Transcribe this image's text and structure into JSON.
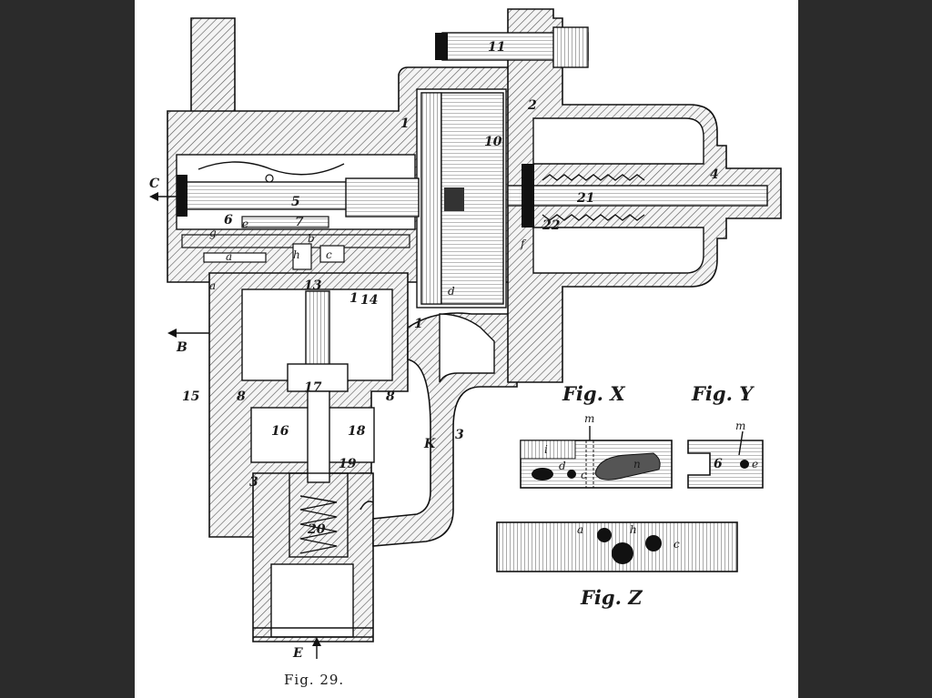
{
  "viewer": {
    "menu_icon": "more-dots-icon",
    "menu_glyph": "•••"
  },
  "figure": {
    "caption": "Fig. 29.",
    "part_numbers": [
      "1",
      "1",
      "1",
      "2",
      "3",
      "3",
      "4",
      "5",
      "6",
      "7",
      "8",
      "8",
      "10",
      "11",
      "13",
      "14",
      "15",
      "16",
      "17",
      "18",
      "19",
      "20",
      "21",
      "22"
    ],
    "part_letters": [
      "a",
      "a",
      "b",
      "c",
      "d",
      "h",
      "K",
      "g",
      "e",
      "f"
    ],
    "flow_labels": {
      "c": "C",
      "b": "B",
      "e": "E"
    }
  },
  "insets": {
    "fig_x": {
      "title": "Fig. X",
      "labels": [
        "m",
        "i",
        "d",
        "c",
        "n"
      ]
    },
    "fig_y": {
      "title": "Fig. Y",
      "labels": [
        "m",
        "6",
        "e"
      ]
    },
    "fig_z": {
      "title": "Fig. Z",
      "labels": [
        "a",
        "h",
        "c"
      ]
    }
  }
}
